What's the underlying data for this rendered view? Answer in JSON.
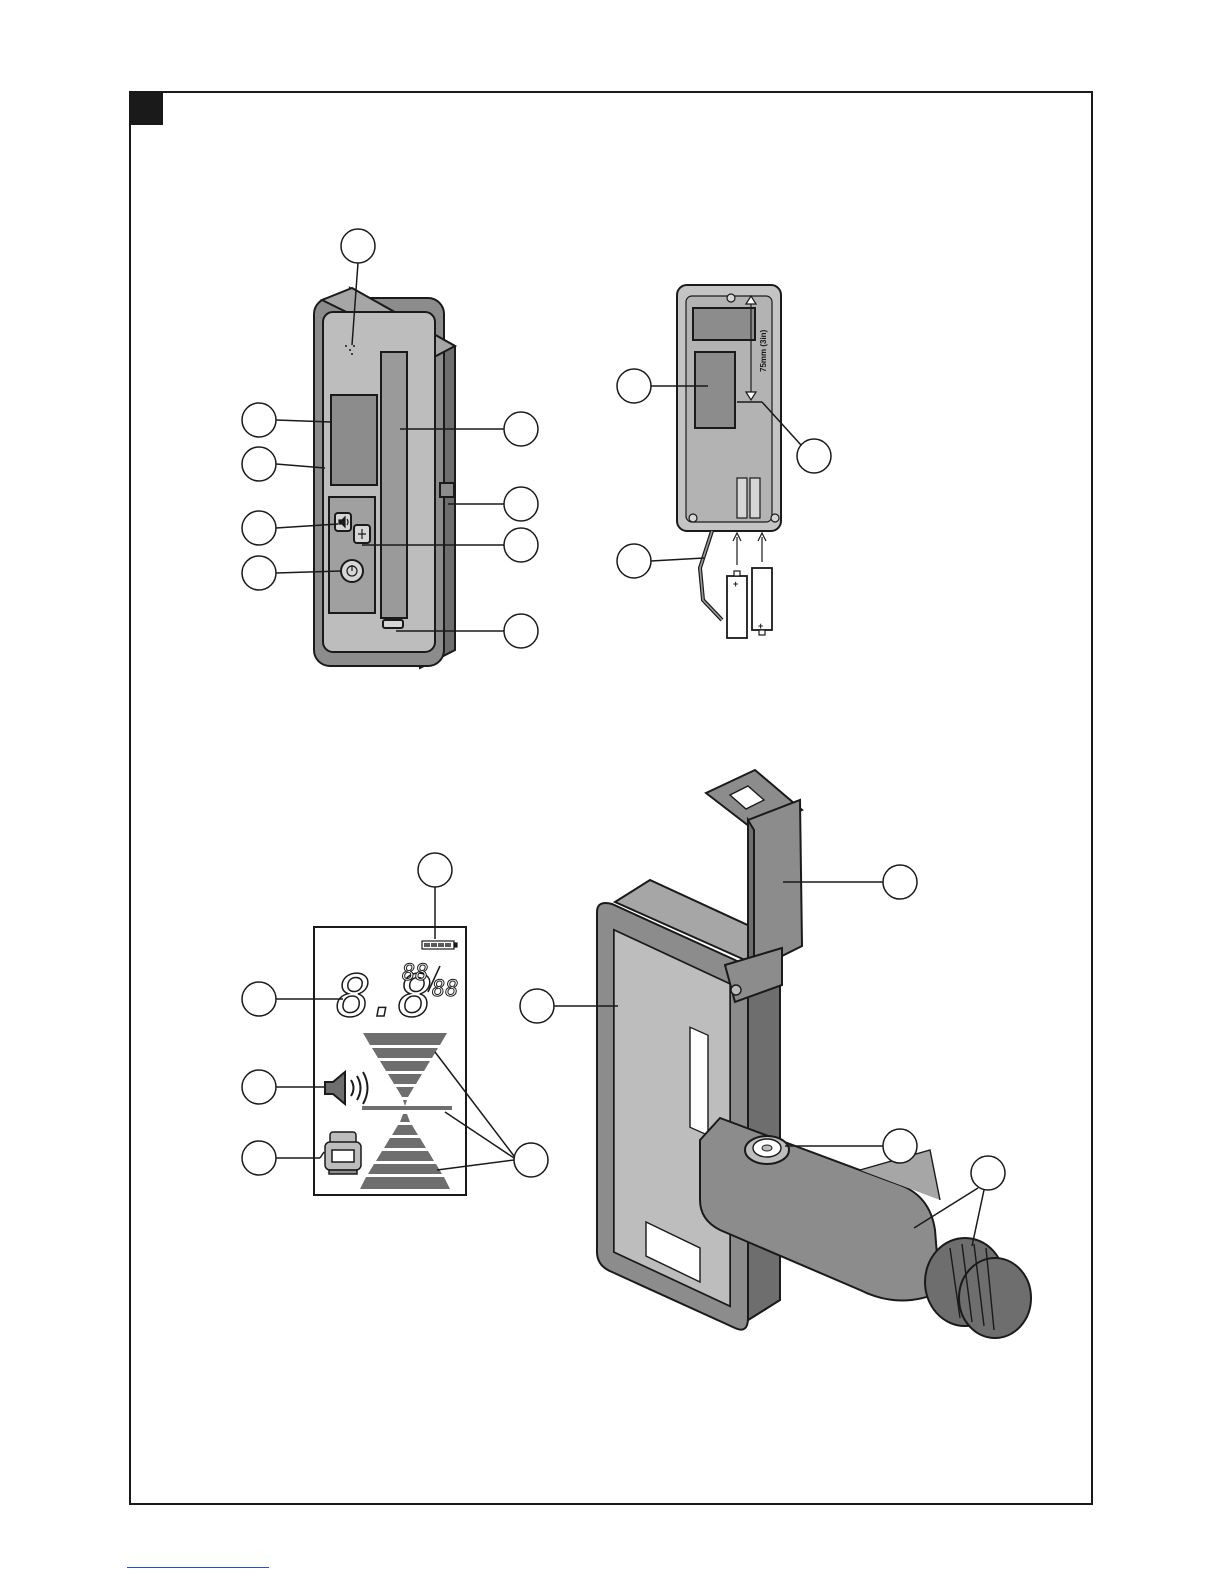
{
  "colors": {
    "ink": "#1a1a1a",
    "device_gray": "#8c8c8c",
    "device_light": "#bdbdbd",
    "device_dark": "#6e6e6e",
    "footer_rule": "#2b4bd0"
  },
  "icons": [
    "speaker-icon",
    "unit-icon",
    "power-icon",
    "battery-icon",
    "laser-icon",
    "bubble-level-icon",
    "battery-cell-icon"
  ],
  "printed_text": {
    "spacing_label": "75mm (3in)",
    "digits": "8.8",
    "fraction_top": "88",
    "fraction_bottom": "88",
    "battery_plus": "+"
  }
}
